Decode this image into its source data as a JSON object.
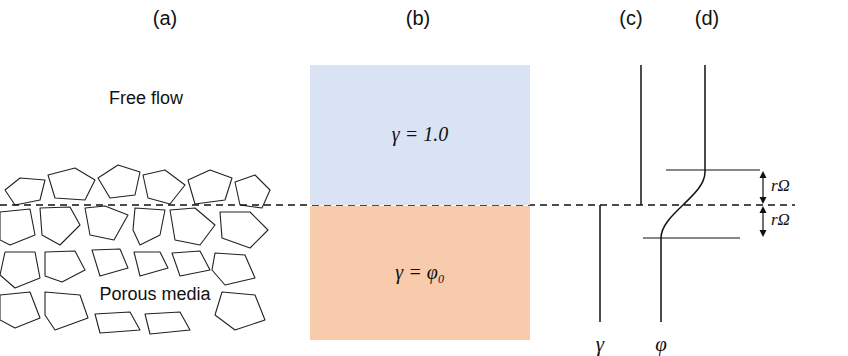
{
  "diagram": {
    "nodes": [
      {
        "text": [
          "γ = 1.0"
        ]
      },
      {
        "text": [
          "γ = φ₀"
        ]
      }
    ],
    "labels": [
      "(a)",
      "(b)",
      "(c)",
      "(d)",
      "Free flow",
      "Porous media",
      "γ",
      "φ",
      "rΩ",
      "rΩ"
    ]
  }
}
